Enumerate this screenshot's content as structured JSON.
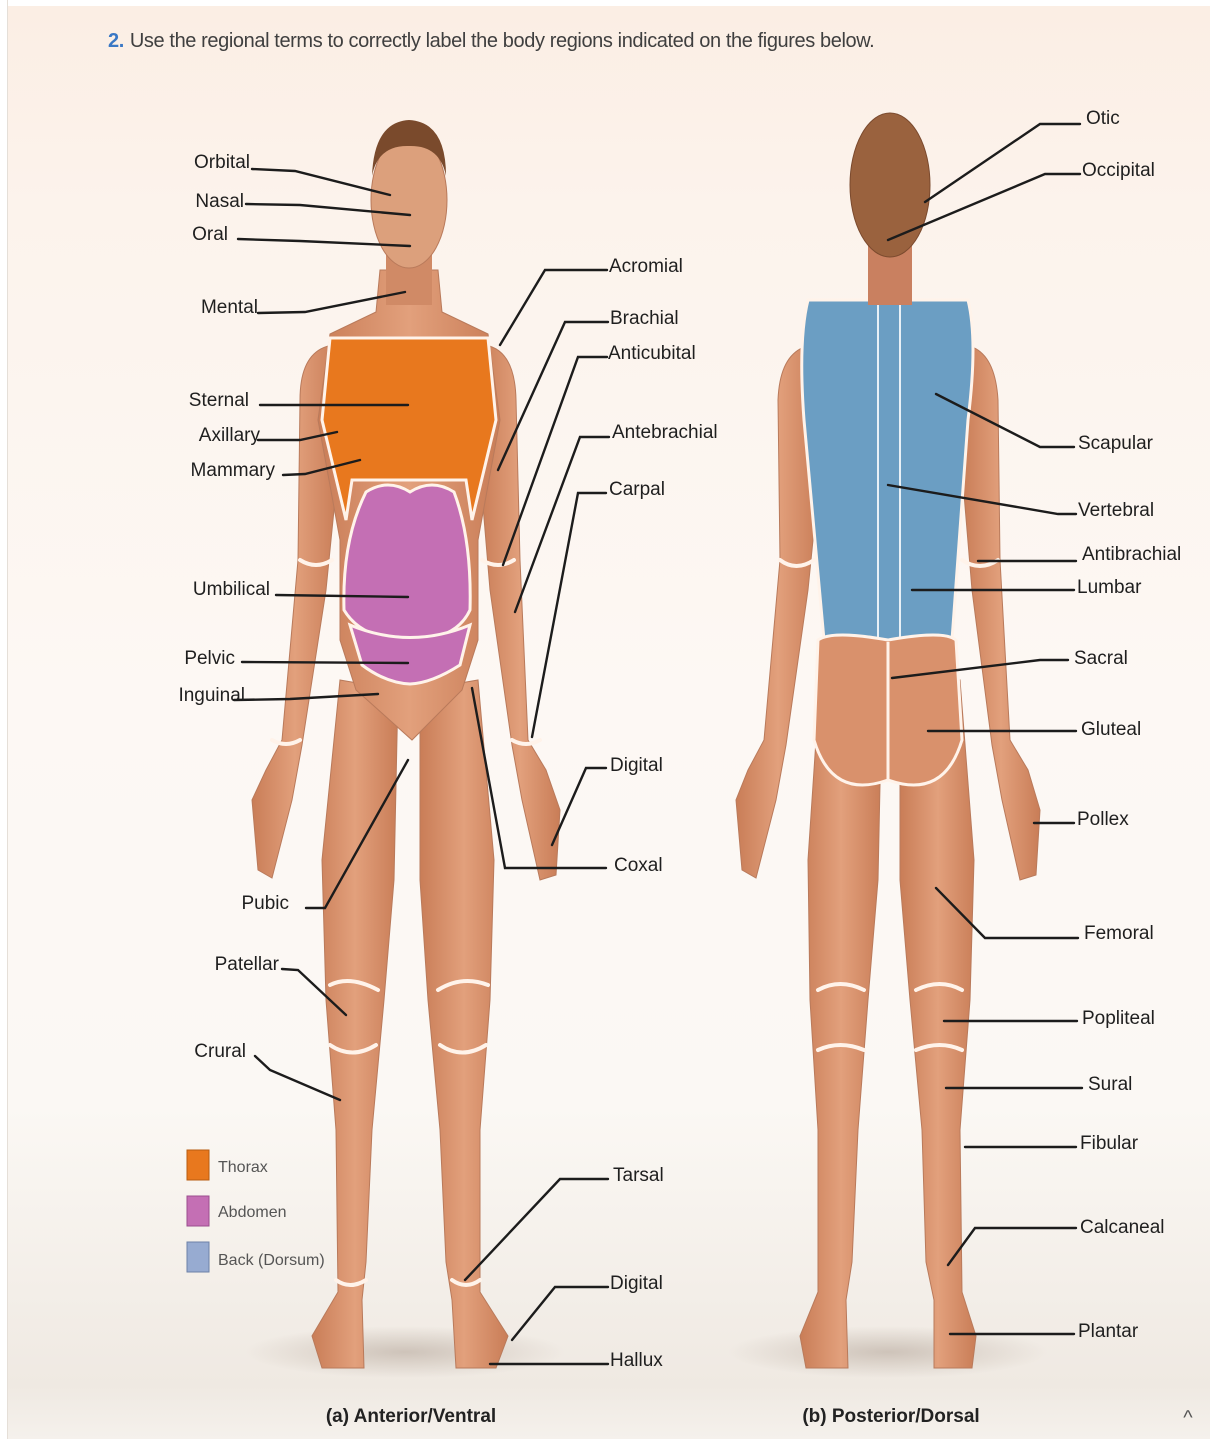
{
  "instruction": {
    "number": "2.",
    "text": "Use the regional terms to correctly label the body regions indicated on the figures below."
  },
  "colors": {
    "thorax": "#e8781e",
    "abdomen": "#c46fb4",
    "back": "#6b9ec3",
    "skin": "#d9916c",
    "instruction_number": "#3a78c5"
  },
  "anterior": {
    "caption": "(a) Anterior/Ventral",
    "labels_left": [
      "Orbital",
      "Nasal",
      "Oral",
      "Mental",
      "Sternal",
      "Axillary",
      "Mammary",
      "Umbilical",
      "Pelvic",
      "Inguinal",
      "Pubic",
      "Patellar",
      "Crural"
    ],
    "labels_right": [
      "Acromial",
      "Brachial",
      "Anticubital",
      "Antebrachial",
      "Carpal",
      "Digital",
      "Coxal",
      "Tarsal",
      "Digital",
      "Hallux"
    ]
  },
  "posterior": {
    "caption": "(b) Posterior/Dorsal",
    "labels_right": [
      "Otic",
      "Occipital",
      "Scapular",
      "Vertebral",
      "Antibrachial",
      "Lumbar",
      "Sacral",
      "Gluteal",
      "Pollex",
      "Femoral",
      "Popliteal",
      "Sural",
      "Fibular",
      "Calcaneal",
      "Plantar"
    ]
  },
  "legend": [
    "Thorax",
    "Abdomen",
    "Back (Dorsum)"
  ],
  "scroll_icon": "chevron-up-icon",
  "scroll_glyph": "^"
}
